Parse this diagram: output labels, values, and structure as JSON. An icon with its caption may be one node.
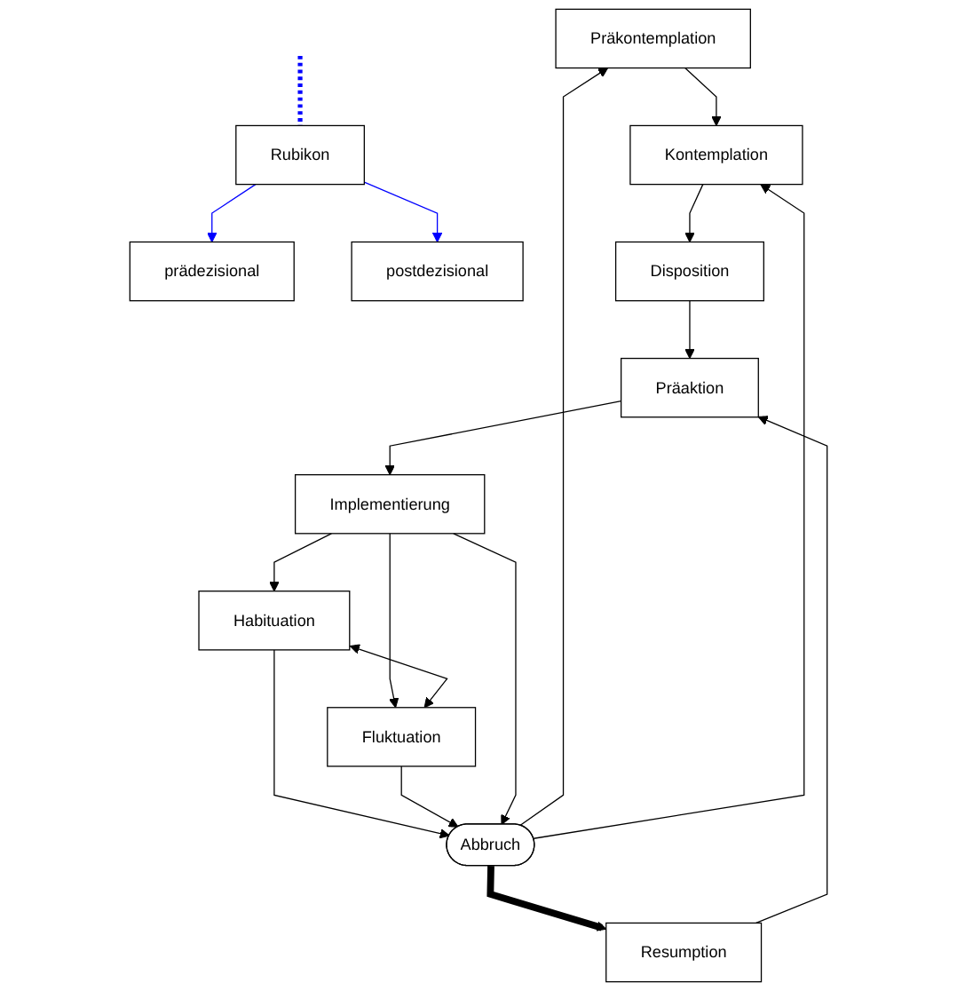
{
  "diagram": {
    "nodes": [
      {
        "text": [
          "Präkontemplation"
        ]
      },
      {
        "text": [
          "prädezisional"
        ]
      },
      {
        "text": [
          "Kontemplation"
        ]
      },
      {
        "text": [
          "Rubikon"
        ]
      },
      {
        "text": [
          "postdezisional"
        ]
      },
      {
        "text": [
          "Disposition"
        ]
      },
      {
        "text": [
          "Präaktion"
        ]
      },
      {
        "text": [
          "Resumption"
        ]
      },
      {
        "text": [
          "Implementierung"
        ]
      },
      {
        "text": [
          "Habituation"
        ]
      },
      {
        "text": [
          "Fluktuation"
        ]
      },
      {
        "text": [
          "Abbruch"
        ]
      }
    ],
    "edges": [
      {
        "from": 11,
        "to": 0,
        "arrow": "to"
      },
      {
        "from": 11,
        "to": 2,
        "arrow": "to"
      },
      {
        "from": 0,
        "to": 2,
        "arrow": "to"
      },
      {
        "from": null,
        "to": 3,
        "arrow": "none",
        "style": "dashed",
        "color": "#0000ff"
      },
      {
        "from": 3,
        "to": 1,
        "arrow": "to",
        "color": "#0000ff"
      },
      {
        "from": 3,
        "to": 4,
        "arrow": "to",
        "color": "#0000ff"
      },
      {
        "from": 2,
        "to": 5,
        "arrow": "to"
      },
      {
        "from": 5,
        "to": 6,
        "arrow": "to"
      },
      {
        "from": 7,
        "to": 6,
        "arrow": "to"
      },
      {
        "from": 6,
        "to": 8,
        "arrow": "to"
      },
      {
        "from": 8,
        "to": 9,
        "arrow": "to"
      },
      {
        "from": 8,
        "to": 10,
        "arrow": "to"
      },
      {
        "from": 9,
        "to": 10,
        "arrow": "both"
      },
      {
        "from": 9,
        "to": 11,
        "arrow": "to"
      },
      {
        "from": 10,
        "to": 11,
        "arrow": "to"
      },
      {
        "from": 8,
        "to": 11,
        "arrow": "to"
      },
      {
        "from": 11,
        "to": 7,
        "arrow": "to",
        "style": "thick"
      }
    ]
  }
}
